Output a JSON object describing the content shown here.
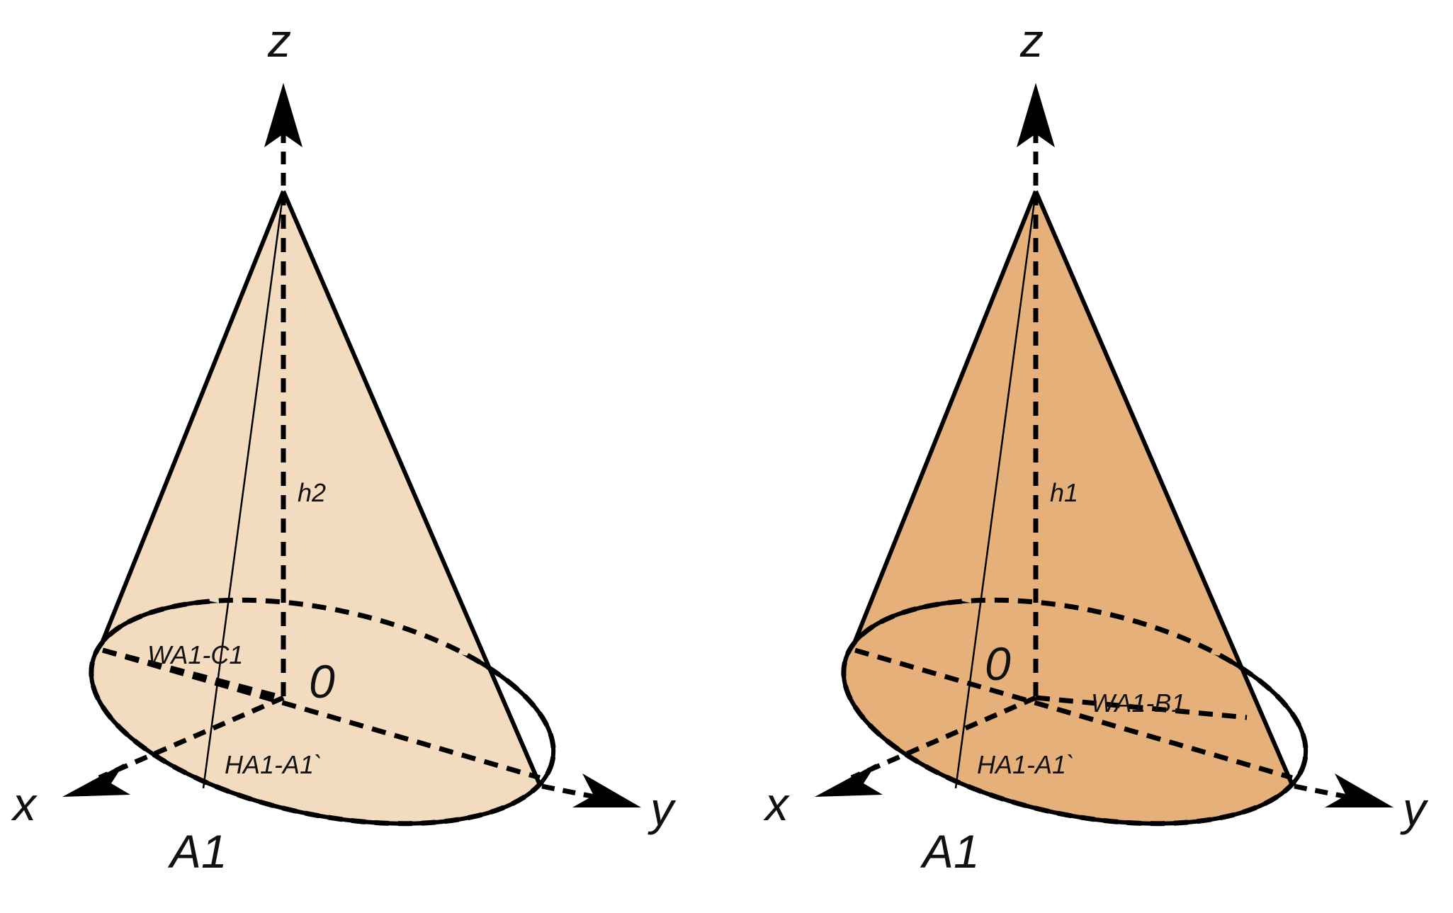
{
  "colors": {
    "left_cone_fill": "#f2dbbe",
    "right_cone_fill": "#e6b07a",
    "stroke": "#000000"
  },
  "left_cone": {
    "z_label": "z",
    "x_label": "x",
    "y_label": "y",
    "point_label": "A1",
    "origin_label": "0",
    "height_label": "h2",
    "width_label": "WA1-C1",
    "slant_label": "HA1-A1`"
  },
  "right_cone": {
    "z_label": "z",
    "x_label": "x",
    "y_label": "y",
    "point_label": "A1",
    "origin_label": "0",
    "height_label": "h1",
    "width_label": "WA1-B1",
    "slant_label": "HA1-A1`"
  }
}
